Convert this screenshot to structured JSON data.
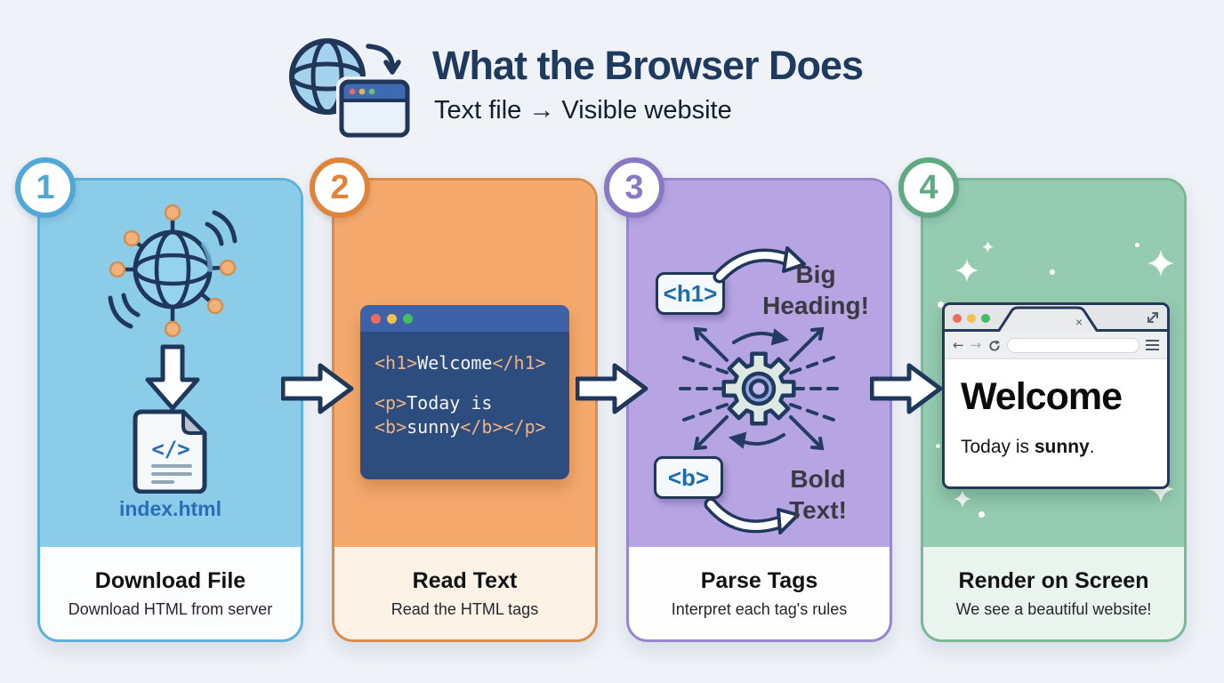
{
  "header": {
    "title": "What the Browser Does",
    "subtitle": "Text file → Visible website",
    "icon": "globe-to-browser",
    "title_color": "#1e3a5f"
  },
  "colors": {
    "page_background": "#eff2f7",
    "outline_navy": "#21375a",
    "step1_accent": "#4fa8d8",
    "step1_card": "#8bcce9",
    "step2_accent": "#e0843a",
    "step2_card": "#f5a96d",
    "step3_accent": "#8979c4",
    "step3_card": "#b6a4e3",
    "step4_accent": "#5fa983",
    "step4_card": "#94cbb1"
  },
  "steps": [
    {
      "number": "1",
      "title": "Download File",
      "subtitle": "Download HTML from server",
      "file_glyph": "</>",
      "file_name": "index.html"
    },
    {
      "number": "2",
      "title": "Read Text",
      "subtitle": "Read the HTML tags",
      "code": {
        "l1_tag_open": "<h1>",
        "l1_text": "Welcome",
        "l1_tag_close": "</h1>",
        "l2_tag_open": "<p>",
        "l2_text": "Today is",
        "l3_tag_open": "<b>",
        "l3_text": "sunny",
        "l3_tag_close": "</b></p>"
      }
    },
    {
      "number": "3",
      "title": "Parse Tags",
      "subtitle": "Interpret each tag's rules",
      "tags": [
        {
          "chip": "<h1>",
          "result": "Big Heading!"
        },
        {
          "chip": "<b>",
          "result": "Bold Text!"
        }
      ]
    },
    {
      "number": "4",
      "title": "Render on Screen",
      "subtitle": "We see a beautiful website!",
      "browser": {
        "tab_close": "×",
        "back_glyph": "←",
        "forward_glyph": "→",
        "heading": "Welcome",
        "paragraph_prefix": "Today is ",
        "paragraph_bold": "sunny",
        "paragraph_suffix": "."
      }
    }
  ]
}
